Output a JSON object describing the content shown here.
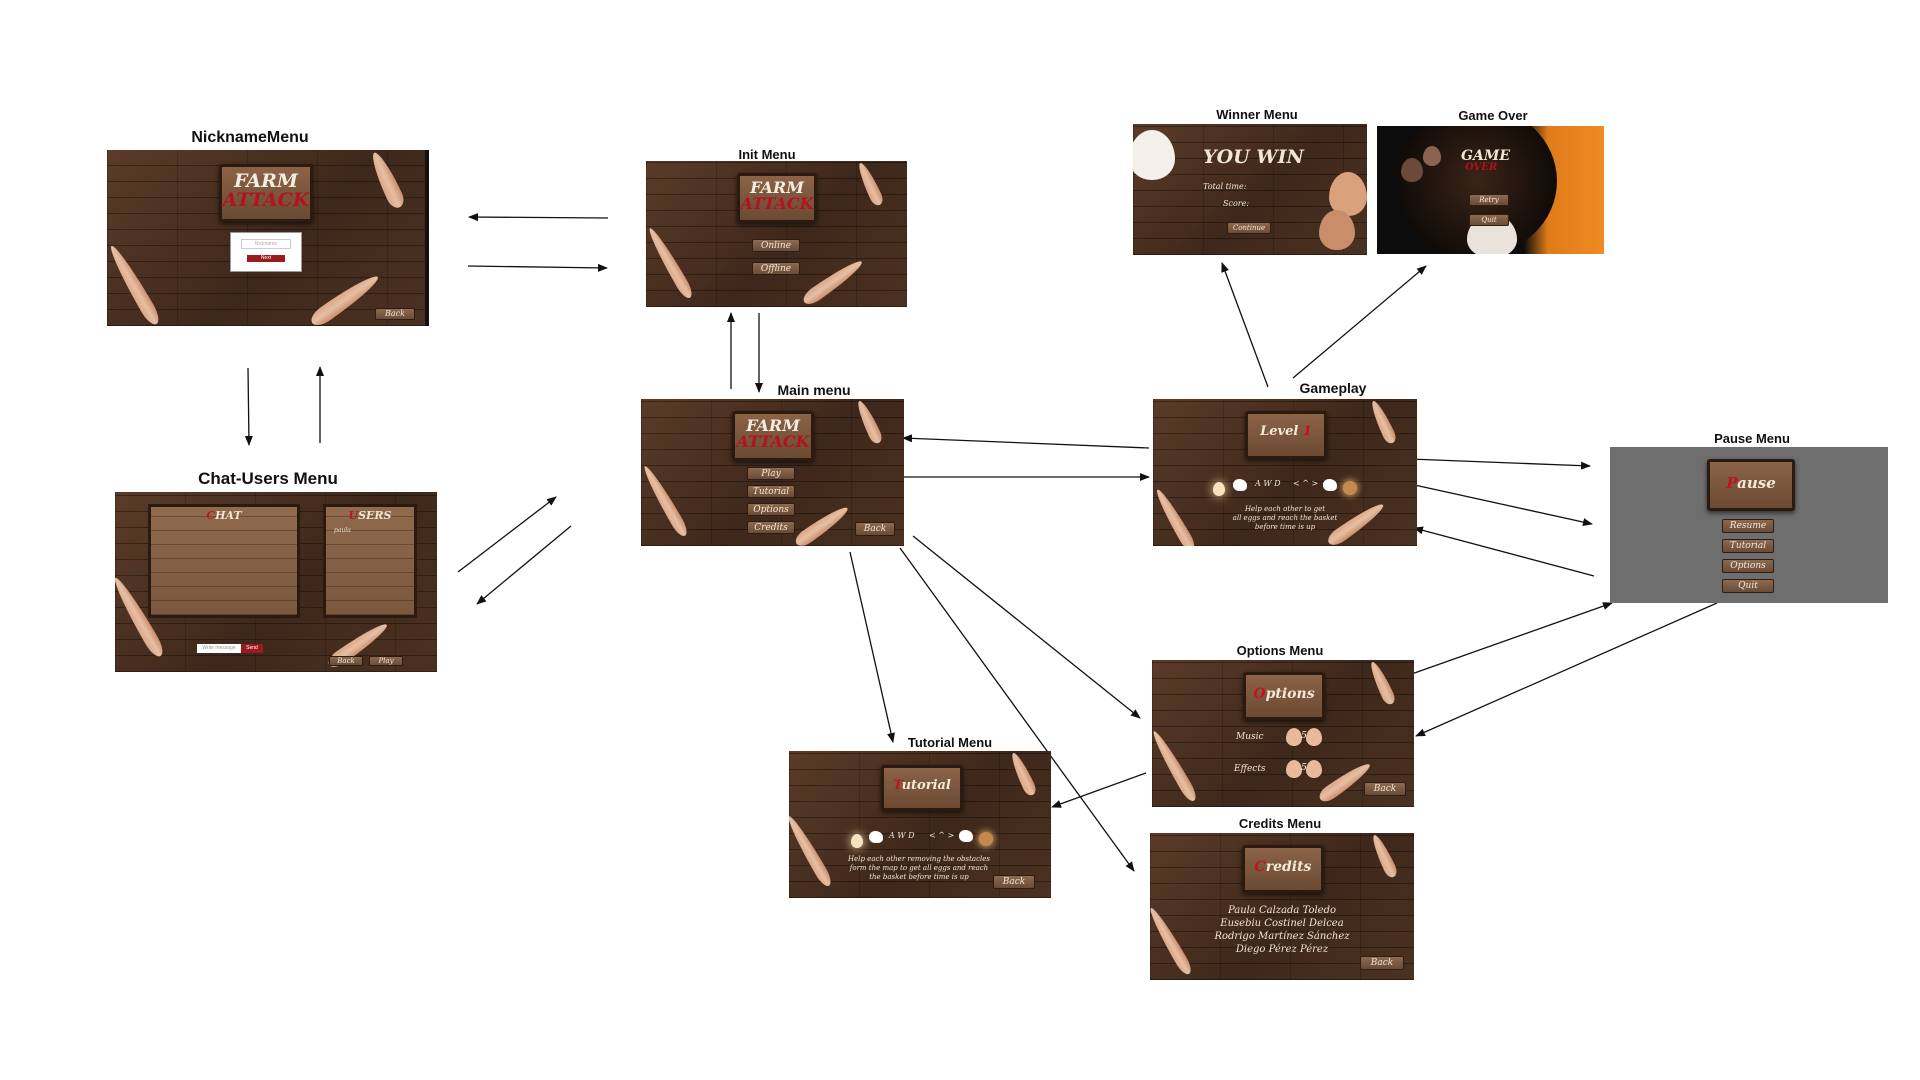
{
  "screens": {
    "nickname": {
      "label": "NicknameMenu",
      "logo_line1": "FARM",
      "logo_line2": "ATTACK",
      "input_placeholder": "Nickname",
      "submit_label": "Next",
      "back_label": "Back"
    },
    "chat_users": {
      "label": "Chat-Users Menu",
      "chat_first": "C",
      "chat_rest": "HAT",
      "users_first": "U",
      "users_rest": "SERS",
      "user_entry": "paula",
      "message_placeholder": "Write message",
      "send_label": "Send",
      "back_label": "Back",
      "play_label": "Play"
    },
    "init": {
      "label": "Init Menu",
      "logo_line1": "FARM",
      "logo_line2": "ATTACK",
      "online_label": "Online",
      "offline_label": "Offline"
    },
    "main": {
      "label": "Main menu",
      "logo_line1": "FARM",
      "logo_line2": "ATTACK",
      "play_label": "Play",
      "tutorial_label": "Tutorial",
      "options_label": "Options",
      "credits_label": "Credits",
      "back_label": "Back"
    },
    "winner": {
      "label": "Winner Menu",
      "title": "YOU WIN",
      "total_time_label": "Total time:",
      "score_label": "Score:",
      "continue_label": "Continue"
    },
    "gameover": {
      "label": "Game Over",
      "line1": "GAME",
      "line2": "OVER",
      "retry_label": "Retry",
      "quit_label": "Quit"
    },
    "gameplay": {
      "label": "Gameplay",
      "level_word": "Level",
      "level_num": "1",
      "keys_left": "A W D",
      "keys_right": "< ^ >",
      "help_line1": "Help each other to get",
      "help_line2": "all eggs and reach the basket",
      "help_line3": "before time is up"
    },
    "pause": {
      "label": "Pause Menu",
      "title_first": "P",
      "title_rest": "ause",
      "resume_label": "Resume",
      "tutorial_label": "Tutorial",
      "options_label": "Options",
      "quit_label": "Quit"
    },
    "options": {
      "label": "Options Menu",
      "title_first": "O",
      "title_rest": "ptions",
      "music_label": "Music",
      "music_value": "5",
      "effects_label": "Effects",
      "effects_value": "5",
      "back_label": "Back"
    },
    "tutorial": {
      "label": "Tutorial Menu",
      "title_first": "T",
      "title_rest": "utorial",
      "keys_left": "A W D",
      "keys_right": "< ^ >",
      "help_line1": "Help each other removing the obstacles",
      "help_line2": "form the map to get all eggs and reach",
      "help_line3": "the basket before time is up",
      "back_label": "Back"
    },
    "credits": {
      "label": "Credits Menu",
      "title_first": "C",
      "title_rest": "redits",
      "names": [
        "Paula Calzada Toledo",
        "Eusebiu Costinel Delcea",
        "Rodrigo Martínez Sánchez",
        "Diego Pérez Pérez"
      ],
      "back_label": "Back"
    }
  },
  "colors": {
    "wood": "#4a3020",
    "sign": "#7a573d",
    "accent_red": "#b3131c",
    "feather": "#e8b08e",
    "pause_overlay": "#6e6e6e",
    "gameover_orange": "#e07b1a"
  }
}
